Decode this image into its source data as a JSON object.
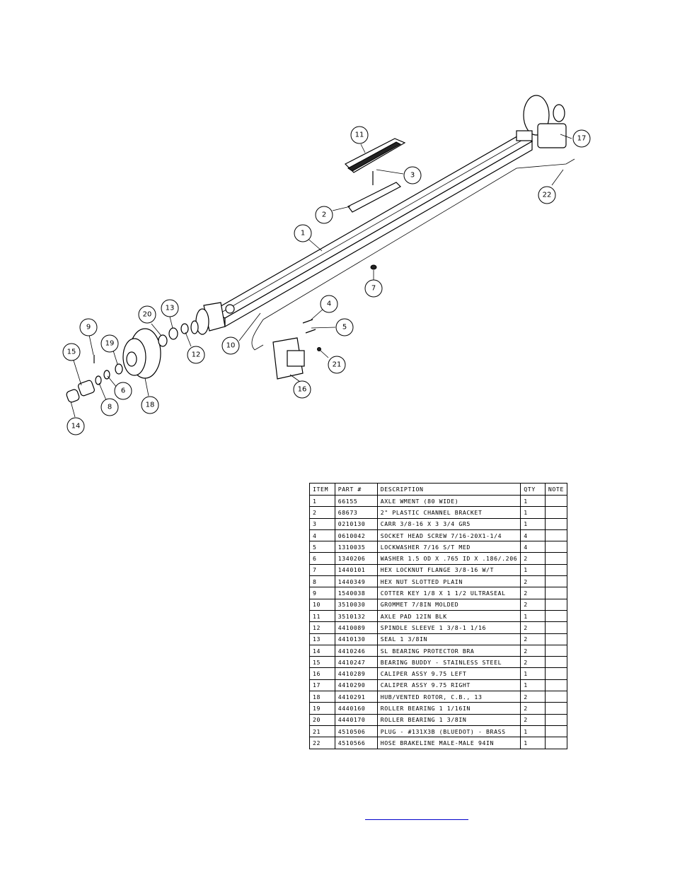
{
  "callouts": [
    "1",
    "2",
    "3",
    "4",
    "5",
    "6",
    "7",
    "8",
    "9",
    "10",
    "11",
    "12",
    "13",
    "14",
    "15",
    "16",
    "17",
    "18",
    "19",
    "20",
    "21",
    "22"
  ],
  "bom": {
    "headers": {
      "item": "ITEM",
      "part": "PART #",
      "description": "DESCRIPTION",
      "qty": "QTY",
      "note": "NOTE"
    },
    "rows": [
      {
        "item": "1",
        "part": "66155",
        "description": "AXLE WMENT (80 WIDE)",
        "qty": "1",
        "note": ""
      },
      {
        "item": "2",
        "part": "68673",
        "description": "2\" PLASTIC CHANNEL BRACKET",
        "qty": "1",
        "note": ""
      },
      {
        "item": "3",
        "part": "0210130",
        "description": "CARR 3/8-16 X 3 3/4 GR5",
        "qty": "1",
        "note": ""
      },
      {
        "item": "4",
        "part": "0610042",
        "description": "SOCKET HEAD SCREW 7/16-20X1-1/4",
        "qty": "4",
        "note": ""
      },
      {
        "item": "5",
        "part": "1310035",
        "description": "LOCKWASHER 7/16 S/T MED",
        "qty": "4",
        "note": ""
      },
      {
        "item": "6",
        "part": "1340206",
        "description": "WASHER 1.5 OD X .765 ID X .186/.206",
        "qty": "2",
        "note": ""
      },
      {
        "item": "7",
        "part": "1440101",
        "description": "HEX LOCKNUT FLANGE 3/8-16 W/T",
        "qty": "1",
        "note": ""
      },
      {
        "item": "8",
        "part": "1440349",
        "description": "HEX NUT SLOTTED PLAIN",
        "qty": "2",
        "note": ""
      },
      {
        "item": "9",
        "part": "1540038",
        "description": "COTTER KEY 1/8 X 1 1/2 ULTRASEAL",
        "qty": "2",
        "note": ""
      },
      {
        "item": "10",
        "part": "3510030",
        "description": "GROMMET  7/8IN MOLDED",
        "qty": "2",
        "note": ""
      },
      {
        "item": "11",
        "part": "3510132",
        "description": "AXLE PAD 12IN  BLK",
        "qty": "1",
        "note": ""
      },
      {
        "item": "12",
        "part": "4410089",
        "description": "SPINDLE SLEEVE  1 3/8-1 1/16",
        "qty": "2",
        "note": ""
      },
      {
        "item": "13",
        "part": "4410130",
        "description": "SEAL  1 3/8IN",
        "qty": "2",
        "note": ""
      },
      {
        "item": "14",
        "part": "4410246",
        "description": "SL BEARING PROTECTOR BRA",
        "qty": "2",
        "note": ""
      },
      {
        "item": "15",
        "part": "4410247",
        "description": "BEARING BUDDY - STAINLESS STEEL",
        "qty": "2",
        "note": ""
      },
      {
        "item": "16",
        "part": "4410289",
        "description": "CALIPER ASSY 9.75 LEFT",
        "qty": "1",
        "note": ""
      },
      {
        "item": "17",
        "part": "4410290",
        "description": "CALIPER ASSY 9.75 RIGHT",
        "qty": "1",
        "note": ""
      },
      {
        "item": "18",
        "part": "4410291",
        "description": "HUB/VENTED ROTOR, C.B.,  13",
        "qty": "2",
        "note": ""
      },
      {
        "item": "19",
        "part": "4440160",
        "description": "ROLLER BEARING   1 1/16IN",
        "qty": "2",
        "note": ""
      },
      {
        "item": "20",
        "part": "4440170",
        "description": "ROLLER BEARING   1 3/8IN",
        "qty": "2",
        "note": ""
      },
      {
        "item": "21",
        "part": "4510506",
        "description": "PLUG - #131X3B (BLUEDOT) - BRASS",
        "qty": "1",
        "note": ""
      },
      {
        "item": "22",
        "part": "4510566",
        "description": "HOSE BRAKELINE MALE-MALE 94IN",
        "qty": "1",
        "note": ""
      }
    ]
  }
}
